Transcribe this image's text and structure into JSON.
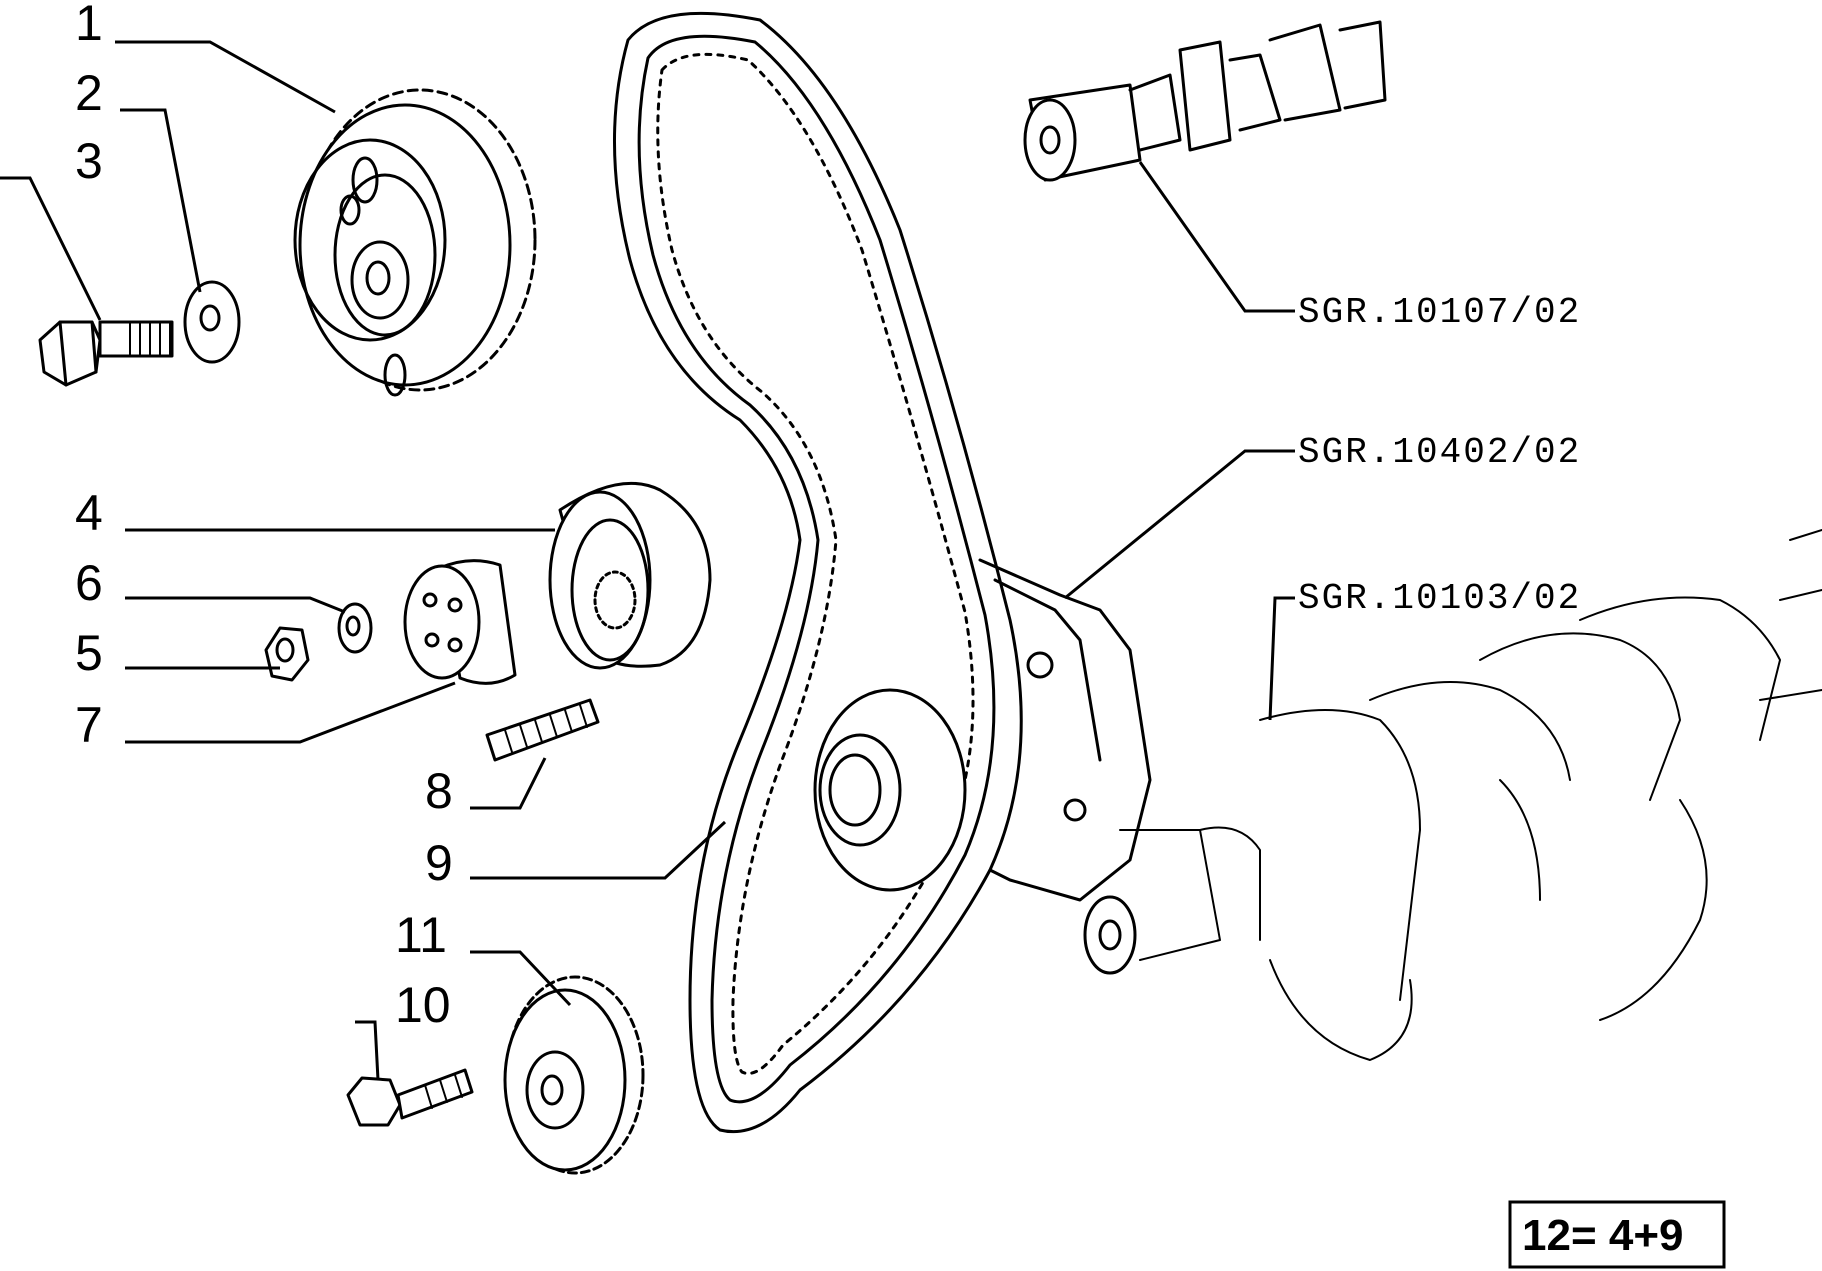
{
  "callouts": [
    {
      "id": "1",
      "text": "1"
    },
    {
      "id": "2",
      "text": "2"
    },
    {
      "id": "3",
      "text": "3"
    },
    {
      "id": "4",
      "text": "4"
    },
    {
      "id": "6",
      "text": "6"
    },
    {
      "id": "5",
      "text": "5"
    },
    {
      "id": "7",
      "text": "7"
    },
    {
      "id": "8",
      "text": "8"
    },
    {
      "id": "9",
      "text": "9"
    },
    {
      "id": "11",
      "text": "11"
    },
    {
      "id": "10",
      "text": "10"
    }
  ],
  "references": {
    "camshaft": "SGR.10107/02",
    "oil_pump_housing": "SGR.10402/02",
    "crankshaft": "SGR.10103/02"
  },
  "formula": "12= 4+9"
}
